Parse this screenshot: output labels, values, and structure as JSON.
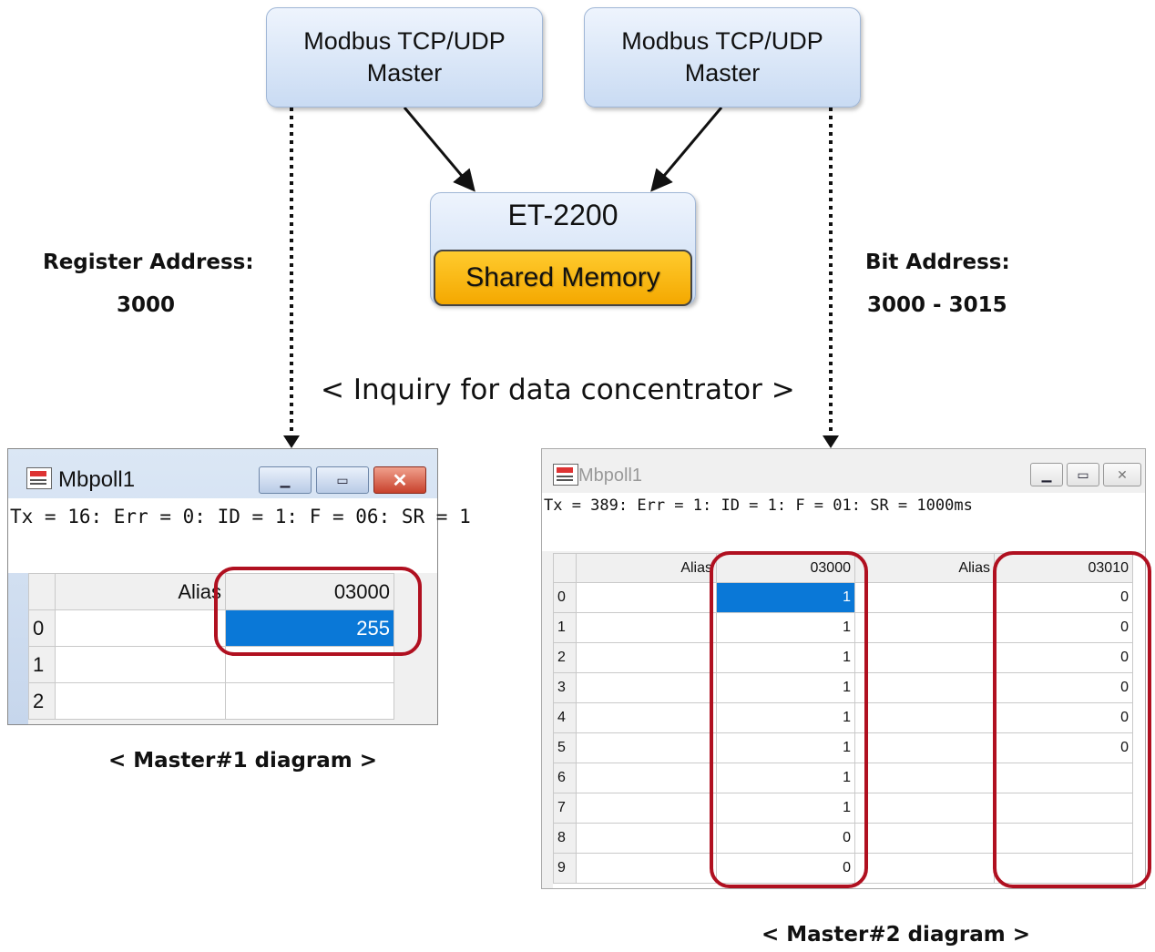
{
  "top": {
    "master_left": [
      "Modbus TCP/UDP",
      "Master"
    ],
    "master_right": [
      "Modbus TCP/UDP",
      "Master"
    ],
    "device": "ET-2200",
    "memory": "Shared Memory"
  },
  "labels": {
    "register_title": "Register Address:",
    "register_value": "3000",
    "bit_title": "Bit Address:",
    "bit_value": "3000 - 3015",
    "inquiry": "< Inquiry for data concentrator >",
    "master1_caption": "< Master#1 diagram >",
    "master2_caption": "< Master#2 diagram >"
  },
  "win1": {
    "title": "Mbpoll1",
    "status": "Tx = 16: Err = 0: ID = 1: F = 06: SR = 1",
    "columns": [
      "Alias",
      "03000"
    ],
    "rows": [
      {
        "idx": "0",
        "value": "255"
      },
      {
        "idx": "1",
        "value": ""
      },
      {
        "idx": "2",
        "value": ""
      }
    ]
  },
  "win2": {
    "title": "Mbpoll1",
    "status": "Tx = 389: Err = 1: ID = 1: F = 01: SR = 1000ms",
    "columns": [
      "Alias",
      "03000",
      "Alias",
      "03010"
    ],
    "rows": [
      {
        "idx": "0",
        "a": "1",
        "b": "0"
      },
      {
        "idx": "1",
        "a": "1",
        "b": "0"
      },
      {
        "idx": "2",
        "a": "1",
        "b": "0"
      },
      {
        "idx": "3",
        "a": "1",
        "b": "0"
      },
      {
        "idx": "4",
        "a": "1",
        "b": "0"
      },
      {
        "idx": "5",
        "a": "1",
        "b": "0"
      },
      {
        "idx": "6",
        "a": "1",
        "b": ""
      },
      {
        "idx": "7",
        "a": "1",
        "b": ""
      },
      {
        "idx": "8",
        "a": "0",
        "b": ""
      },
      {
        "idx": "9",
        "a": "0",
        "b": ""
      }
    ]
  },
  "colors": {
    "highlight": "#b01020",
    "selection": "#0a78d7",
    "memory_fill": "#f4a800",
    "box_fill": "#c9dbf3"
  }
}
